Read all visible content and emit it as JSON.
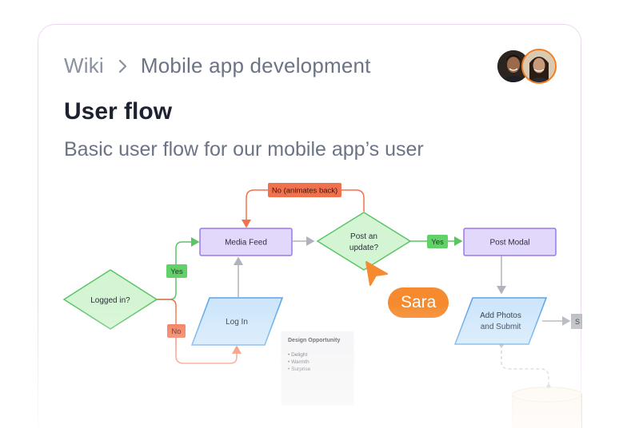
{
  "breadcrumb": {
    "root": "Wiki",
    "current": "Mobile app development"
  },
  "page": {
    "title": "User flow",
    "subtitle": "Basic user flow for our mobile app’s user"
  },
  "collaborator": {
    "name": "Sara",
    "color": "#f58a2e"
  },
  "flowchart": {
    "nodes": {
      "logged_in": "Logged in?",
      "media_feed": "Media Feed",
      "log_in": "Log In",
      "post_update_line1": "Post an",
      "post_update_line2": "update?",
      "post_modal": "Post Modal",
      "add_photos_line1": "Add Photos",
      "add_photos_line2": "and Submit",
      "cut_off_box": "S"
    },
    "labels": {
      "yes_left": "Yes",
      "no_left": "No",
      "yes_right": "Yes",
      "no_animates": "No (animates back)"
    },
    "note": {
      "title": "Design Opportunity",
      "items": [
        "Delight",
        "Warmth",
        "Surprise"
      ]
    },
    "colors": {
      "decision_fill": "#d4f5d3",
      "decision_stroke": "#5cc466",
      "process_fill": "#e2d8fb",
      "process_stroke": "#9a7ae8",
      "io_fill": "#cde6fb",
      "io_stroke": "#5aa3e8",
      "yes_fill": "#62d16a",
      "no_fill": "#f0714e",
      "connector_gray": "#b0b3bb"
    }
  }
}
